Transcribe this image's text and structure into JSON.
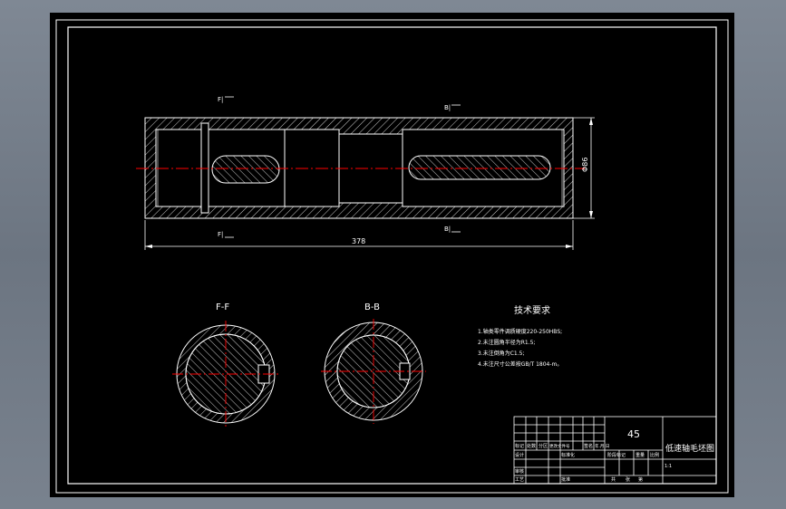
{
  "colors": {
    "background": "#000000",
    "line": "#ffffff",
    "centerline": "#ff0000",
    "hatch": "#ffffff"
  },
  "drawing": {
    "overall_length_dim": "378",
    "height_dim": "Φ86",
    "section_marks": {
      "f_top": "F|",
      "b_top": "B|",
      "f_bottom": "F|",
      "b_bottom": "B|"
    }
  },
  "sections": {
    "ff_label": "F-F",
    "bb_label": "B-B"
  },
  "tech_requirements": {
    "title": "技术要求",
    "items": [
      "1.轴类零件调质硬度220-250HBS;",
      "2.未注圆角半径为R1.5;",
      "3.未注倒角为C1.5;",
      "4.未注尺寸公差按GB/T 1804-m。"
    ]
  },
  "title_block": {
    "material": "45",
    "drawing_title": "低速轴毛坯图",
    "labels": {
      "mark": "标记",
      "count": "处数",
      "zone": "分区",
      "change_doc": "更改文件号",
      "signature": "签名",
      "date": "年.月.日",
      "design": "设计",
      "standardize": "标准化",
      "stage_mark": "阶段标记",
      "weight": "重量",
      "scale": "比例",
      "review": "审核",
      "process": "工艺",
      "approve": "批准",
      "total_sheets": "共",
      "sheet": "张",
      "page": "第",
      "ratio": "1:1"
    }
  }
}
